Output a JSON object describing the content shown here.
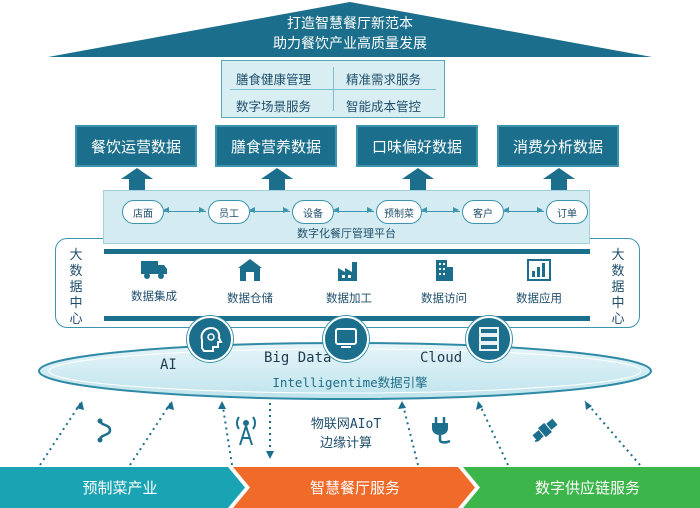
{
  "roof": {
    "line1": "打造智慧餐厅新范本",
    "line2": "助力餐饮产业高质量发展",
    "color": "#1c6f8c"
  },
  "values": [
    "膳食健康管理",
    "精准需求服务",
    "数字场景服务",
    "智能成本管控"
  ],
  "data_boxes": [
    "餐饮运营数据",
    "膳食营养数据",
    "口味偏好数据",
    "消费分析数据"
  ],
  "platform": {
    "nodes": [
      "店面",
      "员工",
      "设备",
      "预制菜",
      "客户",
      "订单"
    ],
    "title": "数字化餐厅管理平台"
  },
  "data_center": {
    "side_label": "大数据中心",
    "items": [
      {
        "label": "数据集成",
        "icon": "truck-icon"
      },
      {
        "label": "数据仓储",
        "icon": "warehouse-icon"
      },
      {
        "label": "数据加工",
        "icon": "factory-icon"
      },
      {
        "label": "数据访问",
        "icon": "building-icon"
      },
      {
        "label": "数据应用",
        "icon": "chart-icon"
      }
    ]
  },
  "engine": {
    "ai": "AI",
    "big_data": "Big Data",
    "cloud": "Cloud",
    "label": "Intelligentime数据引擎"
  },
  "iot": {
    "line1": "物联网AIoT",
    "line2": "边缘计算"
  },
  "bottom": [
    {
      "label": "预制菜产业",
      "color": "#1aa3b3"
    },
    {
      "label": "智慧餐厅服务",
      "color": "#f06a2a"
    },
    {
      "label": "数字供应链服务",
      "color": "#3cb54a"
    }
  ]
}
